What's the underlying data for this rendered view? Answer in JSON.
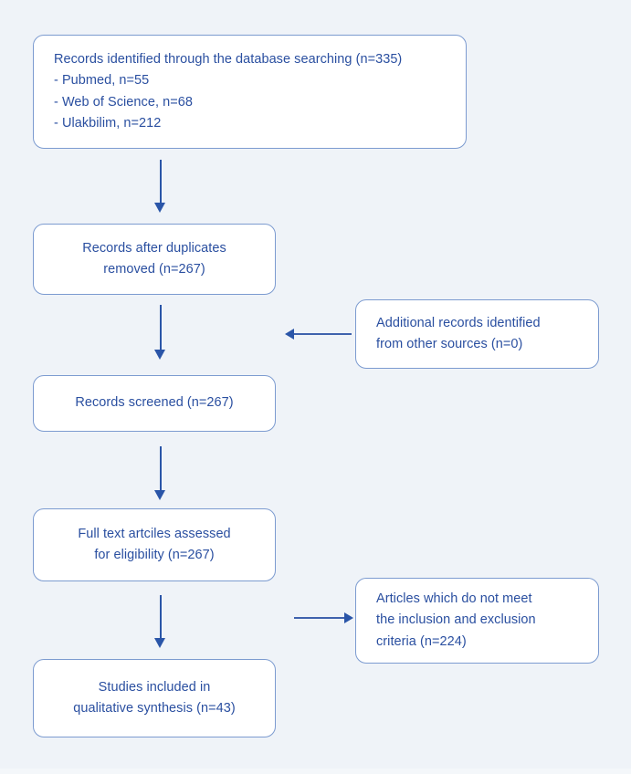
{
  "diagram": {
    "type": "prisma-flow-diagram",
    "background_color": "#eff3f8",
    "box_border_color": "#7c9bd0",
    "box_fill_color": "#ffffff",
    "text_color": "#2a4fa0",
    "arrow_color": "#2a55a8"
  },
  "nodes": {
    "identification": {
      "lines": [
        "Records identified through the database searching (n=335)",
        "- Pubmed, n=55",
        "- Web of Science, n=68",
        "- Ulakbilim, n=212"
      ]
    },
    "duplicates_removed": {
      "lines": [
        "Records after duplicates",
        "removed (n=267)"
      ]
    },
    "additional_records": {
      "lines": [
        "Additional records identified",
        "from other sources (n=0)"
      ]
    },
    "records_screened": {
      "lines": [
        "Records screened (n=267)"
      ]
    },
    "full_text_assessed": {
      "lines": [
        "Full text artciles assessed",
        "for eligibility (n=267)"
      ]
    },
    "excluded_articles": {
      "lines": [
        "Articles which do not meet",
        "the inclusion and exclusion",
        "criteria (n=224)"
      ]
    },
    "studies_included": {
      "lines": [
        "Studies included in",
        "qualitative synthesis (n=43)"
      ]
    }
  },
  "arrows": {
    "identification_to_duplicates": {
      "direction": "down"
    },
    "duplicates_to_screened": {
      "direction": "down"
    },
    "additional_to_screened_path": {
      "direction": "left"
    },
    "screened_to_fulltext": {
      "direction": "down"
    },
    "fulltext_to_excluded": {
      "direction": "right"
    },
    "fulltext_to_included": {
      "direction": "down"
    }
  }
}
